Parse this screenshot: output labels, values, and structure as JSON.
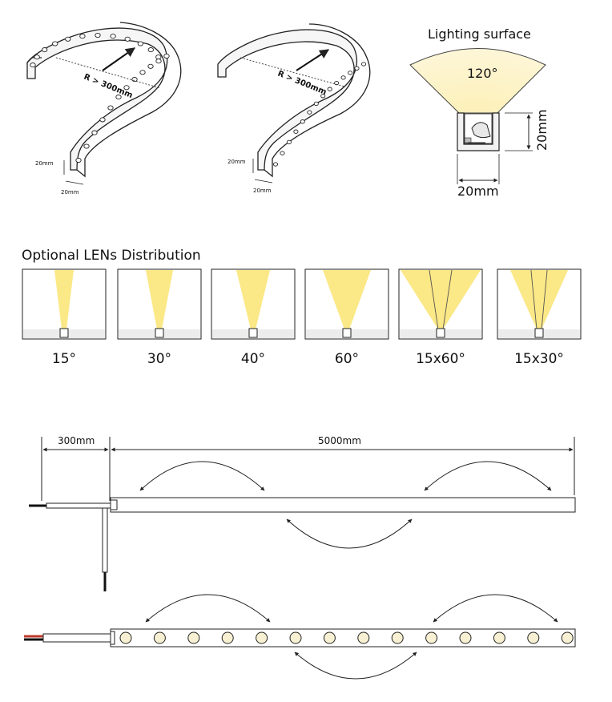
{
  "profile_views": {
    "radius_label": "R > 300mm",
    "side_dim_label": "20mm",
    "bottom_dim_label": "20mm"
  },
  "lighting_surface": {
    "title": "Lighting surface",
    "beam_angle": "120°",
    "height_label": "20mm",
    "width_label": "20mm"
  },
  "lens_section": {
    "title": "Optional LENs Distribution",
    "options": [
      {
        "label": "15°"
      },
      {
        "label": "30°"
      },
      {
        "label": "40°"
      },
      {
        "label": "60°"
      },
      {
        "label": "15x60°"
      },
      {
        "label": "15x30°"
      }
    ]
  },
  "strip_diagram": {
    "lead_length": "300mm",
    "strip_length": "5000mm"
  },
  "colors": {
    "beam": "#fbe886",
    "beam_soft": "#fdf3c4",
    "floor": "#ececec",
    "line": "#222222",
    "led": "#f7f0d2",
    "wire_red": "#c0392b"
  }
}
